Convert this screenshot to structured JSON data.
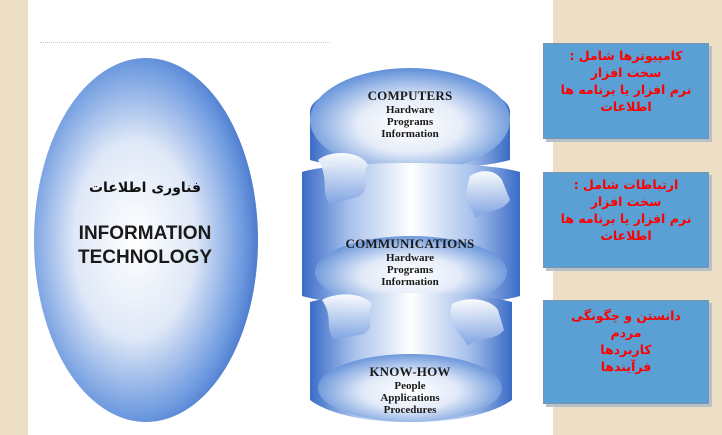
{
  "ellipse": {
    "farsi_title": "فناوری اطلاعات",
    "english_title_line1": "INFORMATION",
    "english_title_line2": "TECHNOLOGY"
  },
  "stack": {
    "computers": {
      "title": "COMPUTERS",
      "items": [
        "Hardware",
        "Programs",
        "Information"
      ]
    },
    "communications": {
      "title": "COMMUNICATIONS",
      "items": [
        "Hardware",
        "Programs",
        "Information"
      ]
    },
    "knowhow": {
      "title": "KNOW-HOW",
      "items": [
        "People",
        "Applications",
        "Procedures"
      ]
    }
  },
  "callouts": [
    {
      "lines": [
        "کامپیوترها شامل :",
        "سخت افزار",
        "نرم افزار یا برنامه ها",
        "اطلاعات"
      ]
    },
    {
      "lines": [
        "ارتباطات شامل :",
        "سخت افزار",
        "نرم افزار یا برنامه ها",
        "اطلاعات"
      ]
    },
    {
      "lines": [
        "دانستن و چگونگی",
        "مردم",
        "کاربردها",
        "فرآیندها"
      ]
    }
  ],
  "colors": {
    "background": "#ecdfc6",
    "callout_fill": "#5aa0d4",
    "callout_text": "#ff0000",
    "shape_blue": "#3f74c8"
  }
}
